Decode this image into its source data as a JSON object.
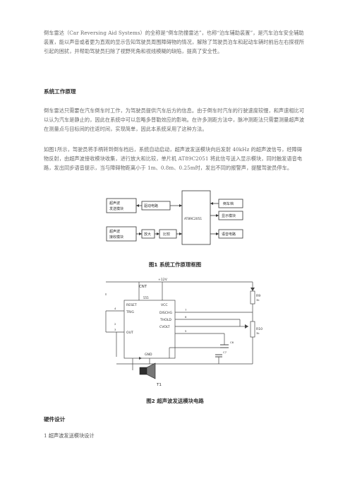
{
  "intro": "倒车雷达（Car Reversing Aid Systems）的全称是“倒车防撞雷达”，也称“泊车辅助装置”，是汽车泊车安全辅助装置，能以声音或者更为直观的显示告知驾驶员周围障碍物的情况，解除了驾驶员泊车和起动车辆时前后左右探视所引起的困扰，并帮助驾驶员扫除了视野死角和视线模糊的缺陷，提高了安全性。",
  "section1": {
    "title": "系统工作原理",
    "para1": "倒车雷达只需要在汽车倒车时工作，为驾驶员提供汽车后方的信息。由于倒车时汽车的行驶速度较慢，和声速相比可以认为汽车是静止的，因此在系统中可以忽略多普勒效应的影响。在许多测距方法中，脉冲测距法只需要测量超声波在测量点与目标间的往返时间，实现简单，因此本系统采用了这种方法。",
    "para2": "如图1所示，驾驶员将手柄转到倒车档后，系统自动启动，超声波发送模块向后发射 40kHz 的超声波信号，经障碍物反射，由超声波接收模块收集，进行放大和比较，单片机 AT89C2051 将此信号送入显示模块，同时触发语音电路，发出同步语音提示，当与障碍物距离小于 1m、0.8m、0.25m时，发出不同的报警声，提醒驾驶员停车。"
  },
  "fig1": {
    "caption": "图1 系统工作原理框图",
    "tx_module": "超声波\n发送模块",
    "drive": "驱动电路",
    "rx_module": "超声波\n接收模块",
    "amp": "放大",
    "cmp": "比较",
    "mcu": "AT89C2051",
    "gear": "倒车档",
    "display": "显示模块",
    "voice": "语音电路"
  },
  "fig2": {
    "caption": "图2 超声波发送模块电路",
    "vcc": "+12V",
    "chip_label": "CNT",
    "pin_top": "555",
    "pins_left": [
      "RESET",
      "TRIG",
      "OUT"
    ],
    "pins_right": [
      "VCC",
      "DISCHG",
      "THOLD",
      "CVOLT"
    ],
    "pin_bottom": "GND",
    "r9": "R9",
    "r9v": "3k",
    "r10": "R10",
    "r10v": "3k",
    "c6": "C6",
    "c7": "C7",
    "t1": "T1",
    "nums_left": [
      "4",
      "2",
      "3"
    ],
    "nums_right": [
      "7",
      "6",
      "5"
    ]
  },
  "section2": {
    "title": "硬件设计",
    "sub1": "1  超声波发送模块设计"
  }
}
